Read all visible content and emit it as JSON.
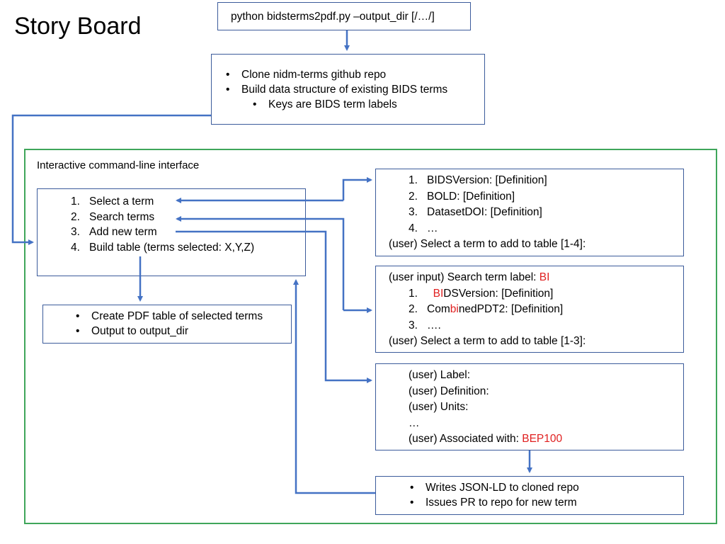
{
  "title": "Story Board",
  "command": "python bidsterms2pdf.py –output_dir [/…/]",
  "setup": {
    "items": [
      "Clone nidm-terms github repo",
      "Build data structure of existing BIDS terms"
    ],
    "subitems": [
      "Keys are BIDS term labels"
    ]
  },
  "interface": {
    "label": "Interactive command-line interface",
    "menu": [
      {
        "num": "1.",
        "text": "Select a term"
      },
      {
        "num": "2.",
        "text": "Search terms"
      },
      {
        "num": "3.",
        "text": "Add new term"
      },
      {
        "num": "4.",
        "text": "Build table (terms selected: X,Y,Z)"
      }
    ]
  },
  "pdf_output": {
    "items": [
      "Create PDF table of selected terms",
      "Output to output_dir"
    ]
  },
  "select_box": {
    "items": [
      {
        "num": "1.",
        "text": "BIDSVersion: [Definition]"
      },
      {
        "num": "2.",
        "text": "BOLD: [Definition]"
      },
      {
        "num": "3.",
        "text": "DatasetDOI: [Definition]"
      },
      {
        "num": "4.",
        "text": "…"
      }
    ],
    "prompt": "(user) Select a term to add to table [1-4]:"
  },
  "search_box": {
    "input_prefix": "(user input) Search term label: ",
    "input_value": "BI",
    "item1": {
      "num": "1.",
      "highlight": "BI",
      "rest": "DSVersion: [Definition]"
    },
    "item2": {
      "num": "2.",
      "pre": "Com",
      "highlight": "bi",
      "rest": "nedPDT2: [Definition]"
    },
    "item3": {
      "num": "3.",
      "text": "…."
    },
    "prompt": "(user) Select a term to add to table [1-3]:"
  },
  "add_box": {
    "lines": [
      "(user) Label:",
      "(user) Definition:",
      "(user) Units:",
      "…"
    ],
    "assoc_prefix": "(user) Associated with: ",
    "assoc_value": "BEP100"
  },
  "write_box": {
    "items": [
      "Writes JSON-LD to cloned repo",
      "Issues PR to repo for new term"
    ]
  },
  "colors": {
    "arrow": "#4472c4",
    "frame": "#3fa65a",
    "highlight": "#e02020"
  }
}
